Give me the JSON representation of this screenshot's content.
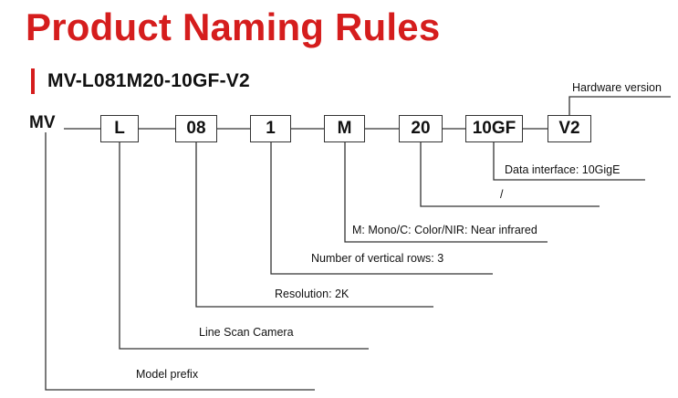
{
  "title": "Product Naming Rules",
  "model_code": "MV-L081M20-10GF-V2",
  "segments": {
    "prefix": "MV",
    "s1": "L",
    "s2": "08",
    "s3": "1",
    "s4": "M",
    "s5": "20",
    "s6": "10GF",
    "s7": "V2"
  },
  "annotations": {
    "hardware_version": "Hardware version",
    "data_interface": "Data interface:  10GigE",
    "s5_desc": "/",
    "sensor_type": "M: Mono/C: Color/NIR: Near infrared",
    "vertical_rows": "Number of vertical rows: 3",
    "resolution": "Resolution: 2K",
    "camera_type": "Line Scan Camera",
    "model_prefix": "Model prefix"
  },
  "colors": {
    "accent": "#d51d1d",
    "line": "#333333",
    "text": "#111111"
  }
}
